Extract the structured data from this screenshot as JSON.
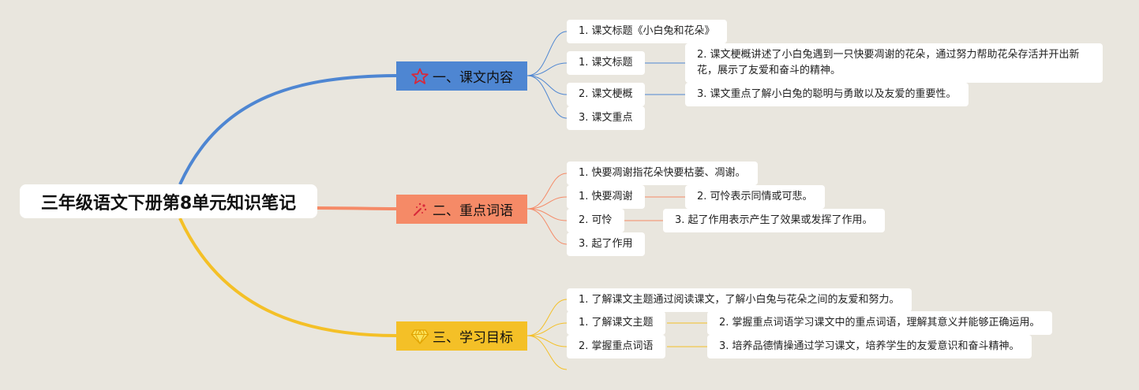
{
  "root": {
    "label": "三年级语文下册第8单元知识笔记"
  },
  "colors": {
    "branch1": "#4e86d2",
    "branch2": "#f58a67",
    "branch3": "#f4c027",
    "background": "#e9e6de"
  },
  "branches": [
    {
      "label": "一、课文内容",
      "icon": "star-icon",
      "children": [
        {
          "label": "1. 课文标题《小白兔和花朵》"
        },
        {
          "label": "1. 课文标题",
          "detail": "2. 课文梗概讲述了小白兔遇到一只快要凋谢的花朵，通过努力帮助花朵存活并开出新花，展示了友爱和奋斗的精神。"
        },
        {
          "label": "2. 课文梗概",
          "detail": "3. 课文重点了解小白兔的聪明与勇敢以及友爱的重要性。"
        },
        {
          "label": "3. 课文重点"
        }
      ]
    },
    {
      "label": "二、重点词语",
      "icon": "sparkle-icon",
      "children": [
        {
          "label": "1. 快要凋谢指花朵快要枯萎、凋谢。"
        },
        {
          "label": "1. 快要凋谢",
          "detail": "2. 可怜表示同情或可悲。"
        },
        {
          "label": "2. 可怜",
          "detail": "3. 起了作用表示产生了效果或发挥了作用。"
        },
        {
          "label": "3. 起了作用"
        }
      ]
    },
    {
      "label": "三、学习目标",
      "icon": "diamond-icon",
      "children": [
        {
          "label": "1. 了解课文主题通过阅读课文，了解小白兔与花朵之间的友爱和努力。"
        },
        {
          "label": "1. 了解课文主题",
          "detail": "2. 掌握重点词语学习课文中的重点词语，理解其意义并能够正确运用。"
        },
        {
          "label": "2. 掌握重点词语",
          "detail": "3. 培养品德情操通过学习课文，培养学生的友爱意识和奋斗精神。"
        },
        {
          "label": ""
        }
      ]
    }
  ]
}
